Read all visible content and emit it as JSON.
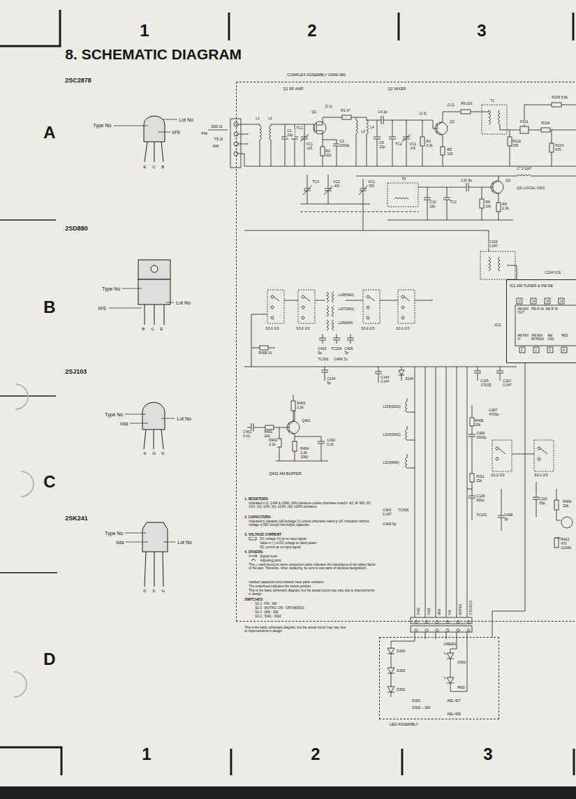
{
  "diagram": {
    "title": "8. SCHEMATIC DIAGRAM",
    "nodes": [
      {
        "text": [
          "COMPLEX ASSEMBLY GWM-380"
        ]
      },
      {
        "text": [
          "IC1 AM TUNER & FM DE"
        ],
        "in": 0
      },
      {
        "text": [
          "LED ASSEMBLY"
        ]
      }
    ],
    "edges": [
      {
        "from": 1,
        "to": 2,
        "arrow": "none"
      }
    ],
    "labels": [
      "1",
      "2",
      "3",
      "A",
      "B",
      "C",
      "D",
      "1",
      "2",
      "3",
      "2SC2878",
      "Type No",
      "Lot No",
      "hFE",
      "E",
      "C",
      "B",
      "2SD880",
      "Type No",
      "hFE",
      "Lot No",
      "B",
      "C",
      "E",
      "2SJ103",
      "Type No",
      "loss",
      "Lot No",
      "S",
      "G",
      "D",
      "2SK241",
      "Type No",
      "loss",
      "Lot No",
      "D",
      "S",
      "G",
      "300 Ω",
      "FM",
      "75 Ω",
      "AM",
      "Q1 RF AMP",
      "Q2 MIXER",
      "L1",
      "L2",
      "C1 22p",
      "TC1",
      "VC1 -1/5",
      "Q1",
      "(2.1)",
      "R1 47",
      "L3",
      "L4",
      "C3 1000p",
      "R2 220",
      "C4 2p",
      "C5 22p",
      "TC2",
      "VC1 -2/5",
      "R3 3.3k",
      "Q2",
      "(2.3)",
      "(3.2)",
      "R5 100",
      "R6 100",
      "T1",
      "F101",
      "R102 330",
      "R104",
      "R103 470",
      "R105 5.6k",
      "L7 2.2μH",
      "Q3 LOCAL OSC",
      "Q3",
      "T5",
      "C10 12p",
      "TC3",
      "C11 9p",
      "R8 12k",
      "R9 2.2k",
      "TC4",
      "VC1 -4/5",
      "VC1 -5/5",
      "C103 0.047",
      "IC1",
      "13",
      "14",
      "15",
      "16",
      "AM MIX OUT",
      "FM IF IN",
      "AM IF IN",
      "AM MIX IV",
      "AM MIX BYPASS",
      "AM OSC",
      "RES",
      "1",
      "2",
      "3",
      "4",
      "C104 0.01",
      "S3-1-1/3",
      "S3-2-1/3",
      "S3-2-2/3",
      "S3-1-2/3",
      "L108(SW2)",
      "L107(SW1)",
      "L109(MW)",
      "C410 5p",
      "TC204",
      "C405 7p",
      "TC203",
      "C404 7p",
      "R408 10",
      "C144 5p",
      "C143 0.047",
      "Z104",
      "C115 170/25",
      "C112 0.047",
      "R403 2.2k",
      "C401 0.01",
      "R401 100",
      "Q401",
      "R402 2.2k",
      "R404 2.2k (2W)",
      "C402 0.01",
      "Q401 AM BUFFER",
      "L105(SW2)",
      "L104(SW1)",
      "L103(MW)",
      "C407 4700p",
      "R406 33k",
      "C406 1500p",
      "R111 22k",
      "C129 430p",
      "S1-2-3/3",
      "S3-1-3/3",
      "C403 0.047",
      "TC406",
      "C409 5p",
      "TC201",
      "C408 5p",
      "C110 15p",
      "R409 22k",
      "R413 470 (1/2W)",
      "SW2",
      "SW1",
      "MW",
      "FM",
      "MONO",
      "STEREO",
      "1. RESISTORS:",
      "Indicated in Ω, 1/4W & 1/6W, ±5% tolerance unless otherwise noted k: kΩ, M: MΩ, (F): ±1%, (G): ±2%, (K): ±10%, (M): ±20% tolerance.",
      "2. CAPACITORS:",
      "Indicated in capacity (μF)/voltage (V) unless otherwise noted p: pF. Indication without voltage is 50V except electrolytic capacitor.",
      "3. VOLTAGE CURRENT",
      "DC voltage (V) at no input signal",
      "Value in ( ) is DC voltage at rated power.",
      "DC current at no input signal",
      "4. OTHERS:",
      "Signal route.",
      "Adjusting point.",
      "The △ mark found on some component parts indicates the importance of the safety factor of the part. Therefore, when replacing, be sure to use parts of identical designation.",
      "marked capacitors and resistors have parts numbers.",
      "The underlined indicates the switch position.",
      "This is the basic schematic diagram, but the actual circuit may vary due to improvements in design.",
      "SWITCHES:",
      "S2-1 : FM - AM",
      "S2-2 : MUTING ON - OFF(MONO)",
      "S3-1 : MW - SW",
      "S3-2 : SW1 - SW2",
      "This is the basic schematic diagram, but the actual circuit may vary due to improvements in design.",
      "D304",
      "D303",
      "D302",
      "GREEN",
      "D301",
      "RED",
      "D301",
      "AEL-427",
      "D302 ~ 304",
      "AEL-428"
    ]
  }
}
